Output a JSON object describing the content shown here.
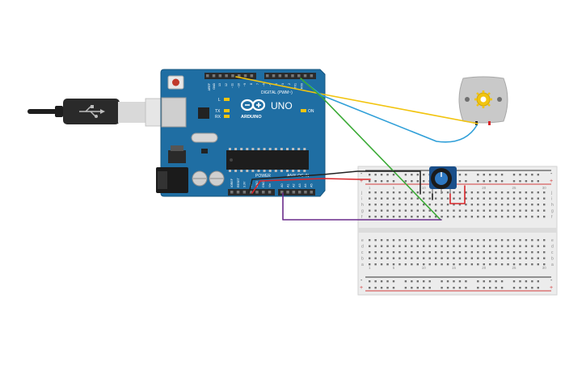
{
  "arduino": {
    "brand_text": "ARDUINO",
    "model_text": "UNO",
    "digital_header_label": "DIGITAL (PWM~)",
    "power_label": "POWER",
    "analog_label": "ANALOG IN",
    "on_label": "ON",
    "l_label": "L",
    "tx_label": "TX",
    "rx_label": "RX",
    "aref_label": "AREF",
    "gnd_label": "GND",
    "digital_pins": [
      "13",
      "12",
      "~11",
      "~10",
      "~9",
      "8",
      "7",
      "~6",
      "~5",
      "4",
      "~3",
      "2",
      "TX1",
      "RX0"
    ],
    "power_pins": [
      "IOREF",
      "RESET",
      "3.3V",
      "5V",
      "GND",
      "GND",
      "Vin"
    ],
    "analog_pins": [
      "A0",
      "A1",
      "A2",
      "A3",
      "A4",
      "A5"
    ],
    "colors": {
      "board": "#1f6ea3",
      "board_edge": "#16557f",
      "header": "#2b2b2b"
    }
  },
  "breadboard": {
    "column_numbers_top": [
      "1",
      "5",
      "10",
      "15",
      "20",
      "25",
      "30"
    ],
    "row_letters_top": [
      "a",
      "b",
      "c",
      "d",
      "e"
    ],
    "row_letters_bottom": [
      "f",
      "g",
      "h",
      "i",
      "j"
    ],
    "rail_plus": "+",
    "rail_minus": "-",
    "colors": {
      "body": "#ececec",
      "hole": "#6f6f6f",
      "rail_red": "#d23c3c",
      "rail_black": "#333333"
    }
  },
  "wires": {
    "colors": {
      "yellow": "#f2c40f",
      "blue": "#2f9fd8",
      "green": "#3aaa35",
      "red": "#d8262a",
      "black": "#222222",
      "purple": "#6a2c8c"
    }
  },
  "motor": {
    "icon": "dc-motor-icon",
    "colors": {
      "body": "#c9c9c9",
      "shaft": "#f1c40f"
    }
  },
  "potentiometer": {
    "icon": "potentiometer-knob-icon",
    "colors": {
      "body": "#1a4f8a",
      "knob": "#1b1b1b"
    }
  },
  "usb_cable": {
    "icon": "usb-plug-icon",
    "colors": {
      "cable": "#1e1e1e",
      "connector": "#d9d9d9"
    }
  }
}
